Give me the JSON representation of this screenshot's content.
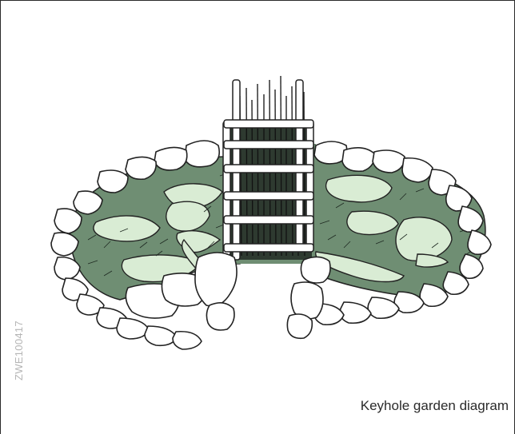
{
  "caption": "Keyhole garden diagram",
  "image_code": "ZWE100417",
  "colors": {
    "soil_dark": "#6f8e73",
    "patch_light": "#d9ecd4",
    "stone_fill": "#ffffff",
    "outline": "#222222",
    "frame_border": "#2a2a2a"
  },
  "icons": {
    "illustration": "keyhole-garden-illustration"
  }
}
